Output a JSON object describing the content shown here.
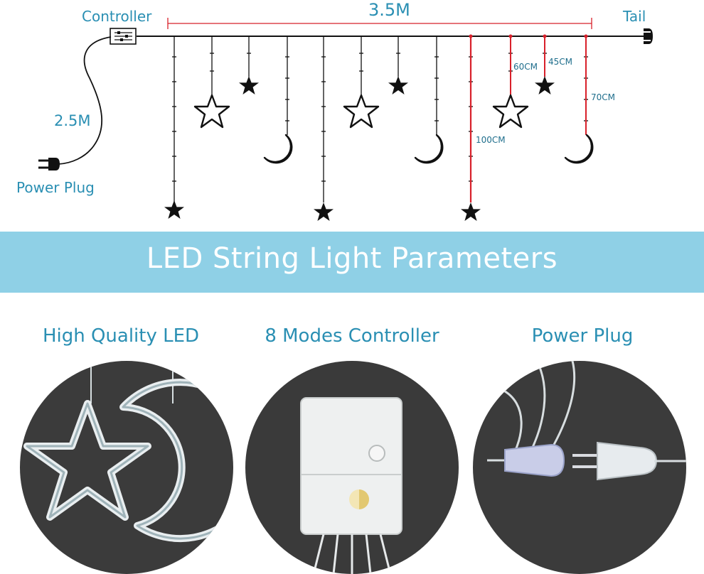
{
  "diagram": {
    "controller_label": "Controller",
    "tail_label": "Tail",
    "length_label": "3.5M",
    "cord_length_label": "2.5M",
    "plug_label": "Power Plug",
    "dim_60": "60CM",
    "dim_45": "45CM",
    "dim_70": "70CM",
    "dim_100": "100CM",
    "colors": {
      "accent": "#2a8fb3",
      "measure": "#d8202a",
      "line": "#111111"
    },
    "icons": [
      "controller-icon",
      "tail-connector-icon",
      "power-plug-icon",
      "star-outline-icon",
      "star-filled-icon",
      "moon-icon"
    ]
  },
  "banner": {
    "title": "LED String Light Parameters",
    "color": "#8fd0e6"
  },
  "features": [
    {
      "caption": "High Quality LED"
    },
    {
      "caption": "8 Modes Controller"
    },
    {
      "caption": "Power Plug"
    }
  ]
}
